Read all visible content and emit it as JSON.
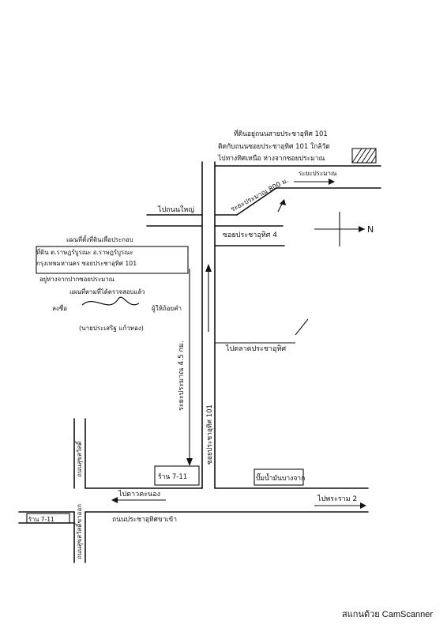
{
  "labels": {
    "notes_top": [
      "ที่ดินอยู่ถนนสายประชาอุทิศ 101",
      "ติดกับถนนซอยประชาอุทิศ 101 ใกล้วัด",
      "ไปทางทิศเหนือ ห่างจากซอยประมาณ"
    ],
    "distance_800": "ระยะประมาณ 800 ม.",
    "distance_short": "ระยะประมาณ",
    "north": "N",
    "go_to_highway": "ไปถนนใหญ่",
    "soi_left": "ซอยประชาอุทิศ 4",
    "notes_left": [
      "แผนที่ตั้งที่ดินเพื่อประกอบ",
      "ที่ดิน ต.ราษฎร์บูรณะ อ.ราษฎร์บูรณะ",
      "กรุงเทพมหานคร ซอยประชาอุทิศ 101",
      "อยู่ห่างจากปากซอยประมาณ",
      "แผนที่ตามที่ได้ตรวจสอบแล้ว"
    ],
    "sign_label": "ลงชื่อ",
    "sign_name": "(นายประเสริฐ แก้วทอง)",
    "sign_role": "ผู้ให้ถ้อยคำ",
    "distance_45": "ระยะประมาณ 4.5 กม.",
    "to_market": "ไปตลาดประชาอุทิศ",
    "soi_vertical": "ซอยประชาอุทิศ 101",
    "seven_eleven_1": "ร้าน 7-11",
    "side_road_vertical": "ถนนสุขสวัสดิ์",
    "to_gas_station": "ปั๊มน้ำมันบางจาก",
    "go_east": "ไปพระราม 2",
    "main_road": "ไปดาวคะนอง",
    "seven_eleven_2": "ร้าน 7-11",
    "bottom_soi": "ถนนประชาอุทิศขาเข้า",
    "bottom_left_vertical": "ถนนสุขสวัสดิ์ขาออก",
    "footer": "สแกนด้วย CamScanner"
  }
}
